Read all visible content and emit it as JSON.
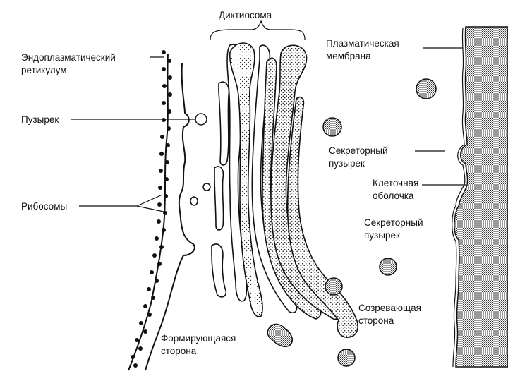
{
  "labels": {
    "dictyosome": "Диктиосома",
    "er_line1": "Эндоплазматический",
    "er_line2": "ретикулум",
    "vesicle": "Пузырек",
    "ribosomes": "Рибосомы",
    "forming_line1": "Формирующаяся",
    "forming_line2": "сторона",
    "plasma_line1": "Плазматическая",
    "plasma_line2": "мембрана",
    "secretory1_line1": "Секреторный",
    "secretory1_line2": "пузырек",
    "cellwall_line1": "Клеточная",
    "cellwall_line2": "оболочка",
    "secretory2_line1": "Секреторный",
    "secretory2_line2": "пузырек",
    "maturing_line1": "Созревающая",
    "maturing_line2": "сторона"
  }
}
